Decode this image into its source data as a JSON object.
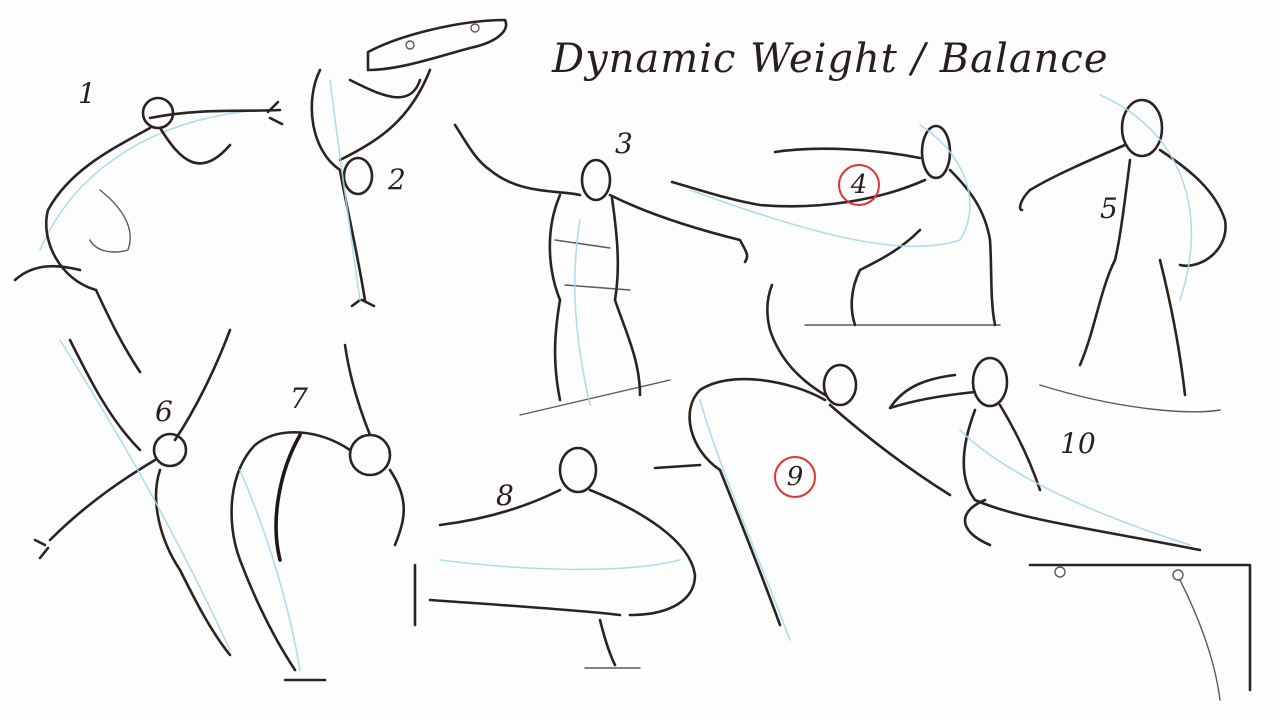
{
  "sheet": {
    "title": "Dynamic Weight / Balance",
    "colors": {
      "ink": "#2d2222",
      "guide": "#a9d8ea",
      "highlight": "#e0332f",
      "paper": "#fdfdfd"
    }
  },
  "figures": [
    {
      "number": "1",
      "circled": false
    },
    {
      "number": "2",
      "circled": false
    },
    {
      "number": "3",
      "circled": false
    },
    {
      "number": "4",
      "circled": true
    },
    {
      "number": "5",
      "circled": false
    },
    {
      "number": "6",
      "circled": false
    },
    {
      "number": "7",
      "circled": false
    },
    {
      "number": "8",
      "circled": false
    },
    {
      "number": "9",
      "circled": true
    },
    {
      "number": "10",
      "circled": false
    }
  ]
}
